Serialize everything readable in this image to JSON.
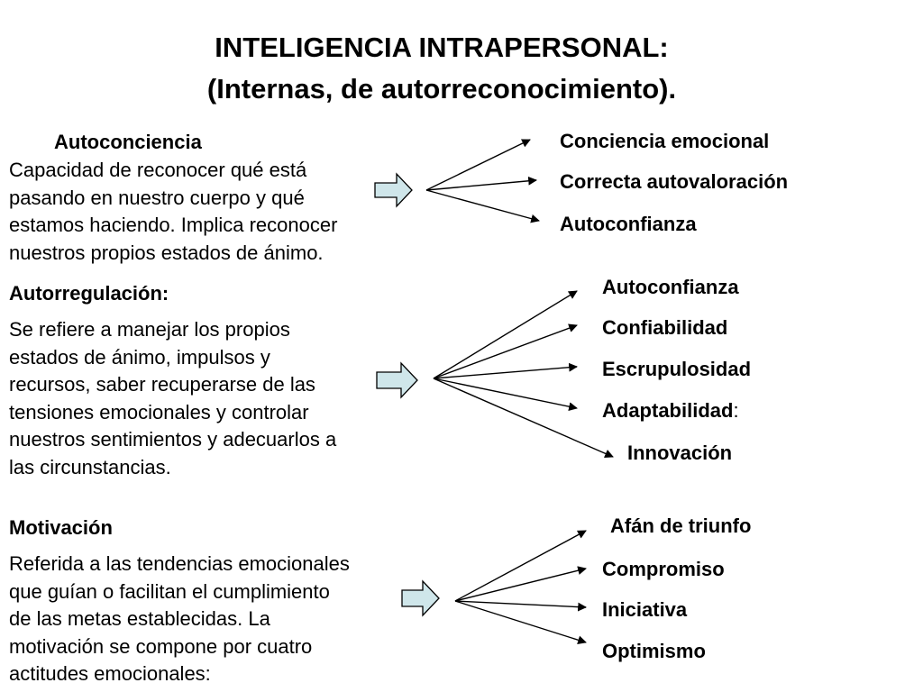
{
  "title": {
    "line1": "INTELIGENCIA INTRAPERSONAL:",
    "line2": "(Internas, de autorreconocimiento)."
  },
  "sections": [
    {
      "heading": "Autoconciencia",
      "text_lines": [
        "Capacidad de reconocer  qué  está",
        "pasando en nuestro cuerpo y qué",
        "estamos haciendo. Implica reconocer",
        "nuestros propios estados de ánimo."
      ],
      "items": [
        "Conciencia emocional",
        "Correcta autovaloración",
        "Autoconfianza"
      ]
    },
    {
      "heading": "Autorregulación:",
      "text_lines": [
        "Se refiere  a manejar los propios",
        "estados  de ánimo, impulsos y",
        "recursos, saber recuperarse de las",
        "tensiones emocionales y controlar",
        "nuestros sentimientos y adecuarlos a",
        "las circunstancias."
      ],
      "items": [
        "Autoconfianza",
        "Confiabilidad",
        "Escrupulosidad",
        "Adaptabilidad",
        "Innovación"
      ],
      "item4_suffix": ":"
    },
    {
      "heading": "Motivación",
      "text_lines": [
        "Referida a las tendencias emocionales",
        "que guían o facilitan  el cumplimiento",
        "de las metas establecidas. La",
        "motivación se compone por cuatro",
        "actitudes emocionales:"
      ],
      "items": [
        "Afán de triunfo",
        "Compromiso",
        "Iniciativa",
        "Optimismo"
      ]
    }
  ],
  "colors": {
    "block_arrow_fill": "#cfe6ea",
    "block_arrow_stroke": "#000000",
    "line": "#000000"
  }
}
